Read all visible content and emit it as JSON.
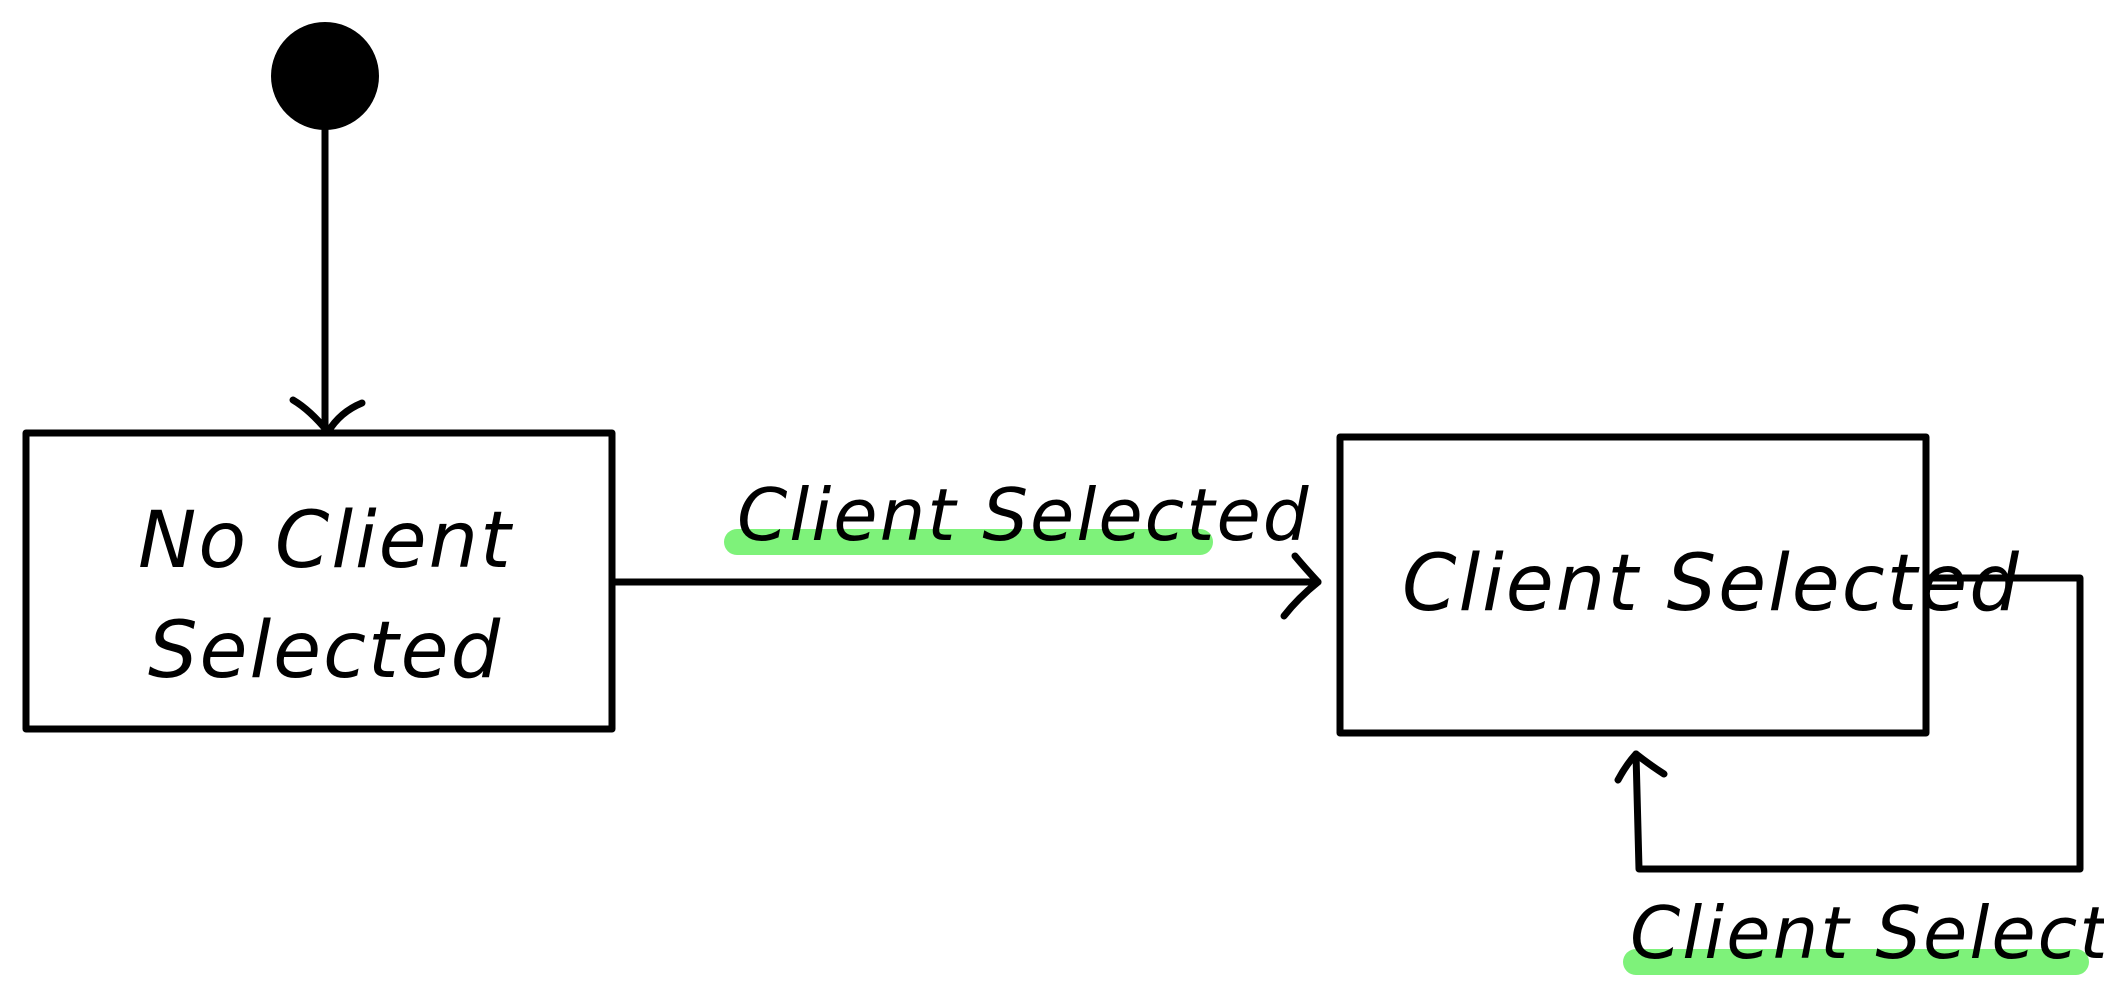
{
  "diagram": {
    "states": [
      {
        "id": "no-client-selected",
        "label_line1": "No Client",
        "label_line2": "Selected"
      },
      {
        "id": "client-selected",
        "label": "Client Selected"
      }
    ],
    "transitions": [
      {
        "from": "initial",
        "to": "no-client-selected",
        "label": ""
      },
      {
        "from": "no-client-selected",
        "to": "client-selected",
        "label": "Client Selected"
      },
      {
        "from": "client-selected",
        "to": "client-selected",
        "label": "Client Selected"
      }
    ],
    "colors": {
      "stroke": "#000000",
      "highlight": "#7ef27a",
      "background": "#ffffff"
    }
  }
}
